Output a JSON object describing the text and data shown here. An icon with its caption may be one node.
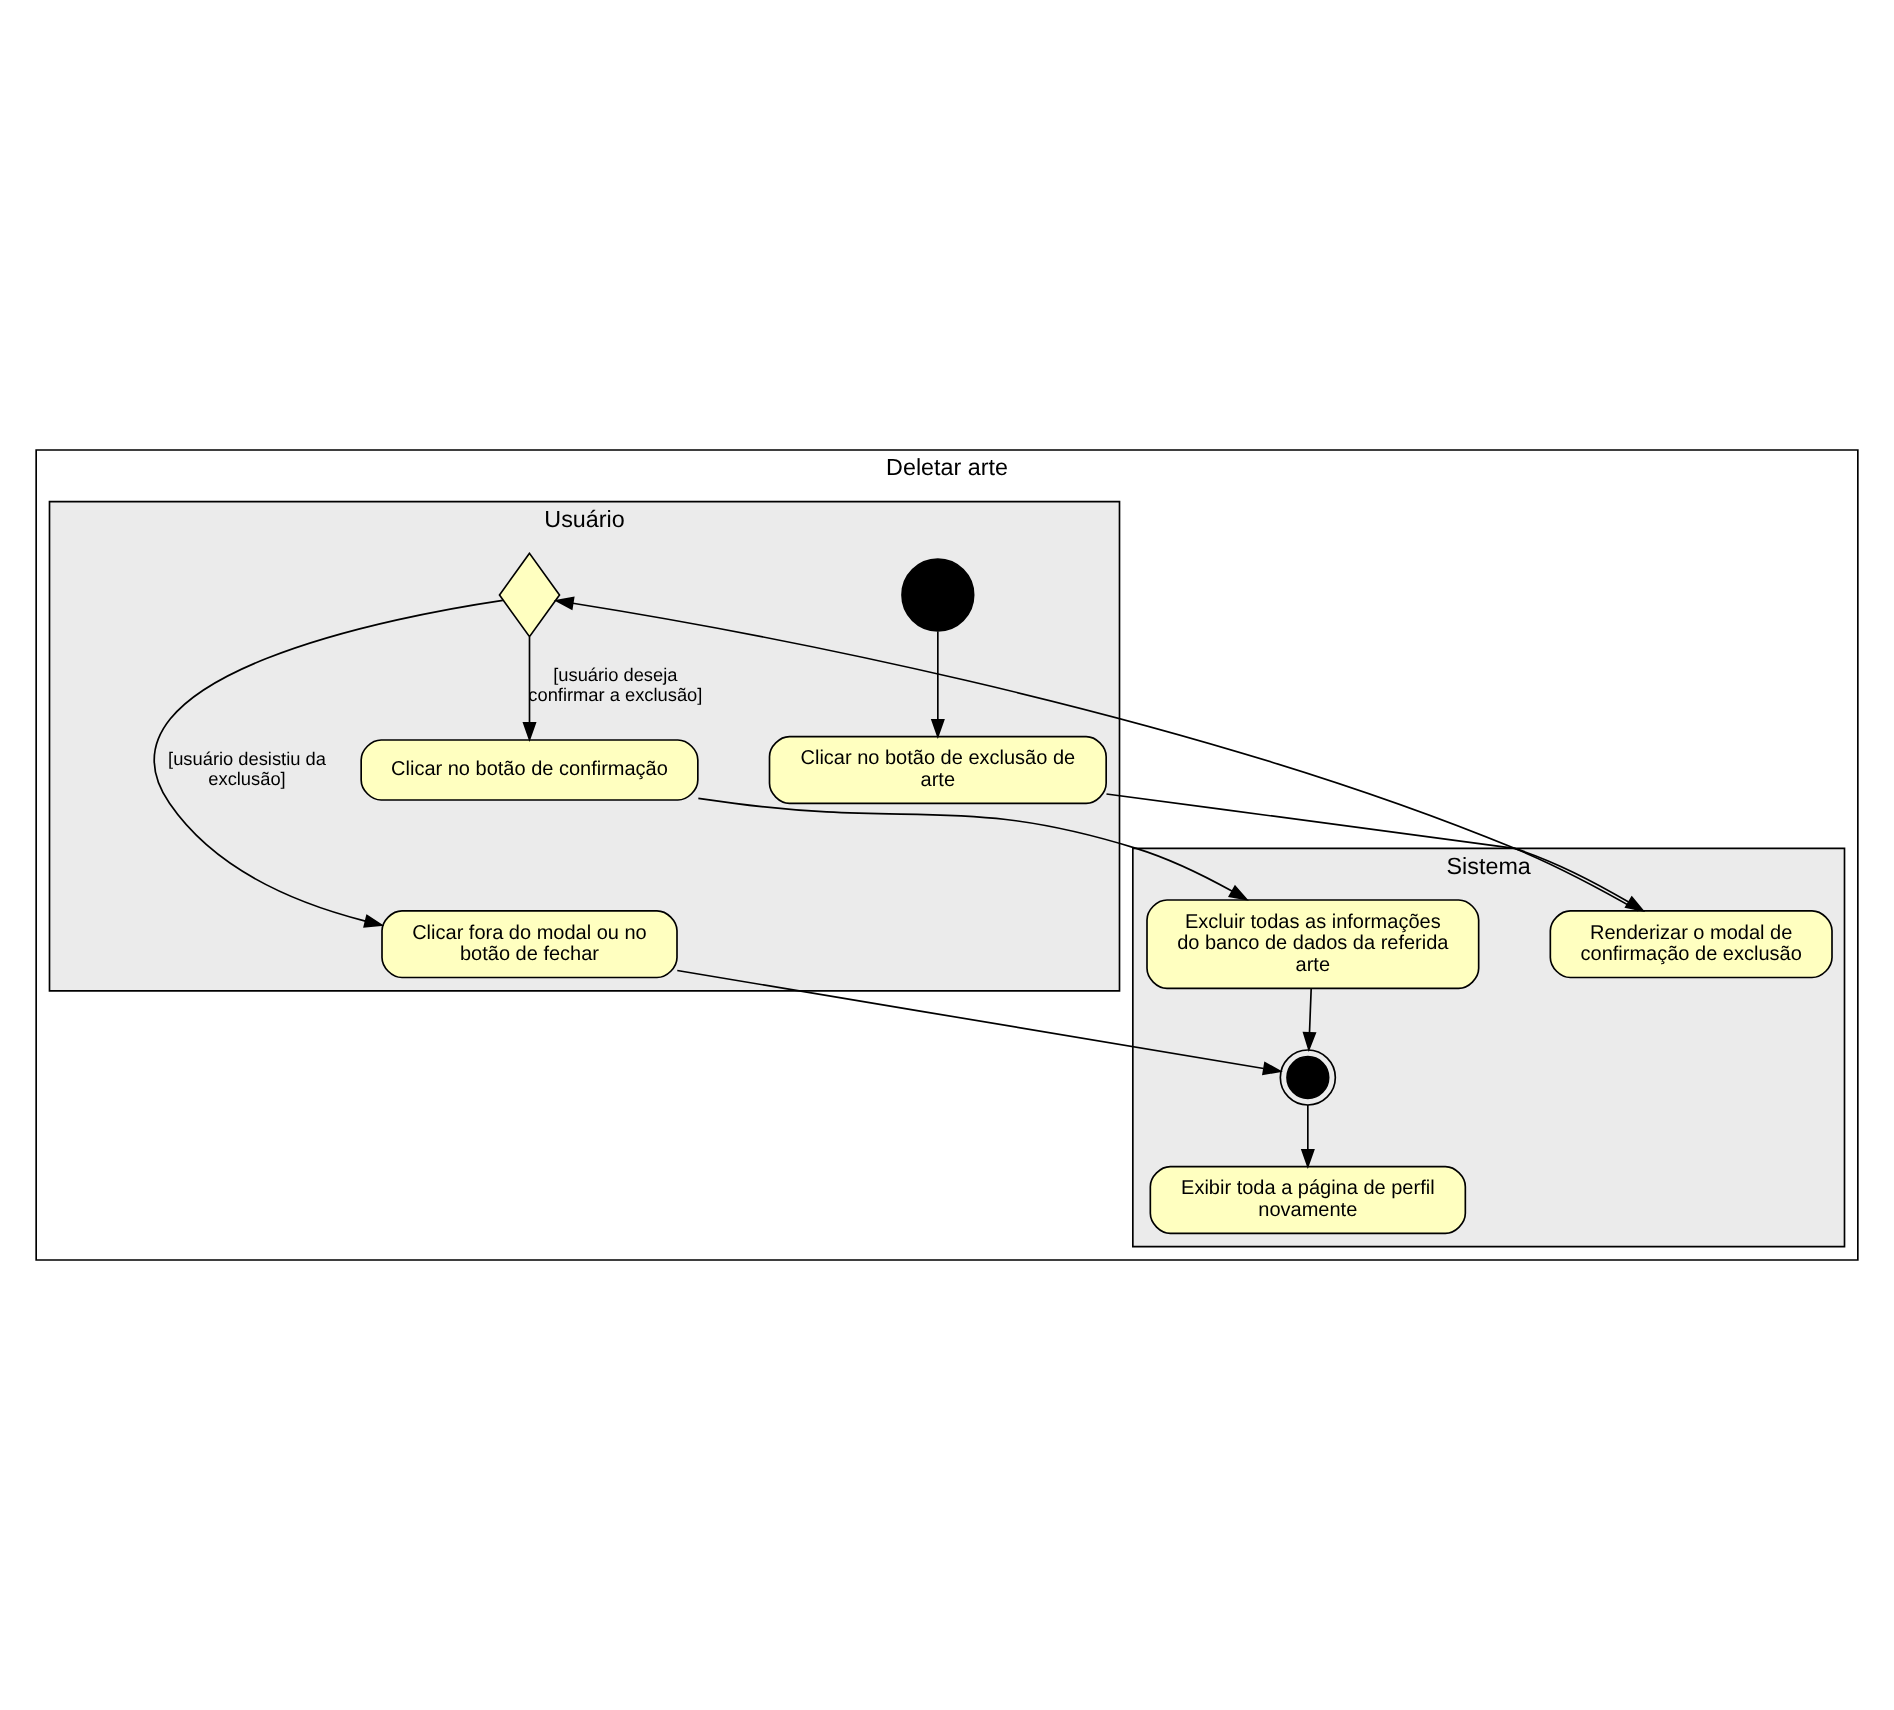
{
  "diagram": {
    "nodes": [
      {
        "text": [
          "Deletar arte"
        ]
      },
      {
        "text": [
          "Usuário"
        ],
        "in": 0
      },
      {
        "text": [
          "Sistema"
        ],
        "in": 0
      },
      {
        "text": [],
        "shape": "circle",
        "in": 1
      },
      {
        "text": [
          "Clicar no botão de exclusão de arte"
        ],
        "in": 1
      },
      {
        "text": [
          "Renderizar o modal de confirmação de exclusão"
        ],
        "in": 2
      },
      {
        "text": [],
        "shape": "diamond",
        "in": 1
      },
      {
        "text": [
          "Clicar no botão de confirmação"
        ],
        "in": 1
      },
      {
        "text": [
          "Excluir todas as informações do banco de dados da referida arte"
        ],
        "in": 2
      },
      {
        "text": [
          "Clicar fora do modal ou no botão de fechar"
        ],
        "in": 1
      },
      {
        "text": [],
        "shape": "circle",
        "in": 2
      },
      {
        "text": [
          "Exibir toda a página de perfil novamente"
        ],
        "in": 2
      }
    ],
    "edges": [
      {
        "from": 3,
        "to": 4,
        "arrow": "to"
      },
      {
        "from": 4,
        "to": 5,
        "arrow": "to"
      },
      {
        "from": 5,
        "to": 6,
        "arrow": "to"
      },
      {
        "from": 6,
        "to": 7,
        "arrow": "to",
        "label": "[usuário deseja confirmar a exclusão]"
      },
      {
        "from": 6,
        "to": 9,
        "arrow": "to",
        "label": "[usuário desistiu da exclusão]"
      },
      {
        "from": 7,
        "to": 8,
        "arrow": "to"
      },
      {
        "from": 8,
        "to": 10,
        "arrow": "to"
      },
      {
        "from": 9,
        "to": 10,
        "arrow": "to"
      },
      {
        "from": 10,
        "to": 11,
        "arrow": "to"
      }
    ]
  }
}
